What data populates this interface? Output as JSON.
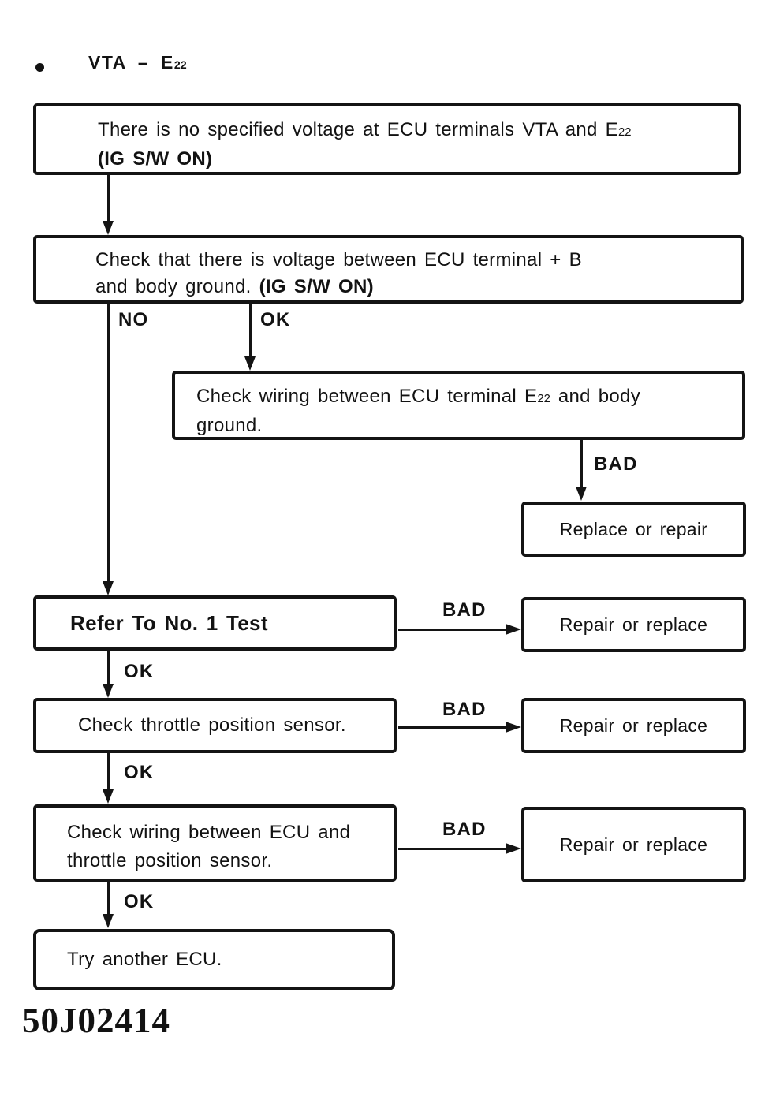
{
  "heading": {
    "pre": "VTA – E",
    "sub": "22"
  },
  "nodes": {
    "start": {
      "line1_pre": "There is no specified voltage at ECU terminals VTA and E",
      "line1_sub": "22",
      "line2": "(IG S/W ON)"
    },
    "check_voltage": {
      "line1": "Check that there is voltage between ECU terminal + B",
      "line2_pre": "and body ground. ",
      "line2_bold": "(IG S/W ON)"
    },
    "check_wiring_e22": {
      "line1_pre": "Check wiring between ECU terminal E",
      "line1_sub": "22",
      "line1_post": " and body",
      "line2": "ground."
    },
    "replace_or_repair": "Replace or repair",
    "refer_test": "Refer To No. 1 Test",
    "repair_or_replace": "Repair or replace",
    "check_tps": "Check throttle position sensor.",
    "check_wiring_tps": {
      "line1": "Check wiring between ECU and",
      "line2": "throttle position sensor."
    },
    "try_ecu": "Try another ECU."
  },
  "labels": {
    "no": "NO",
    "ok": "OK",
    "bad": "BAD"
  },
  "figure_code": "50J02414"
}
